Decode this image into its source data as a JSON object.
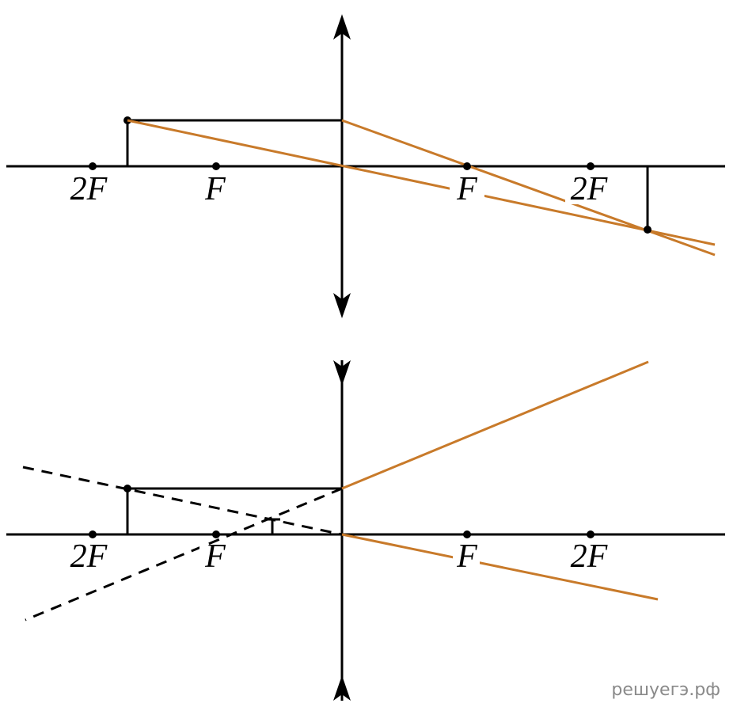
{
  "diagram1": {
    "labels": {
      "left_2f": "2F",
      "left_f": "F",
      "right_f": "F",
      "right_2f": "2F"
    }
  },
  "diagram2": {
    "labels": {
      "left_2f": "2F",
      "left_f": "F",
      "right_f": "F",
      "right_2f": "2F"
    }
  },
  "watermark": "решуегэ.рф",
  "colors": {
    "ray": "#c87a2a",
    "line": "#000000",
    "watermark": "#8a8a8a"
  }
}
